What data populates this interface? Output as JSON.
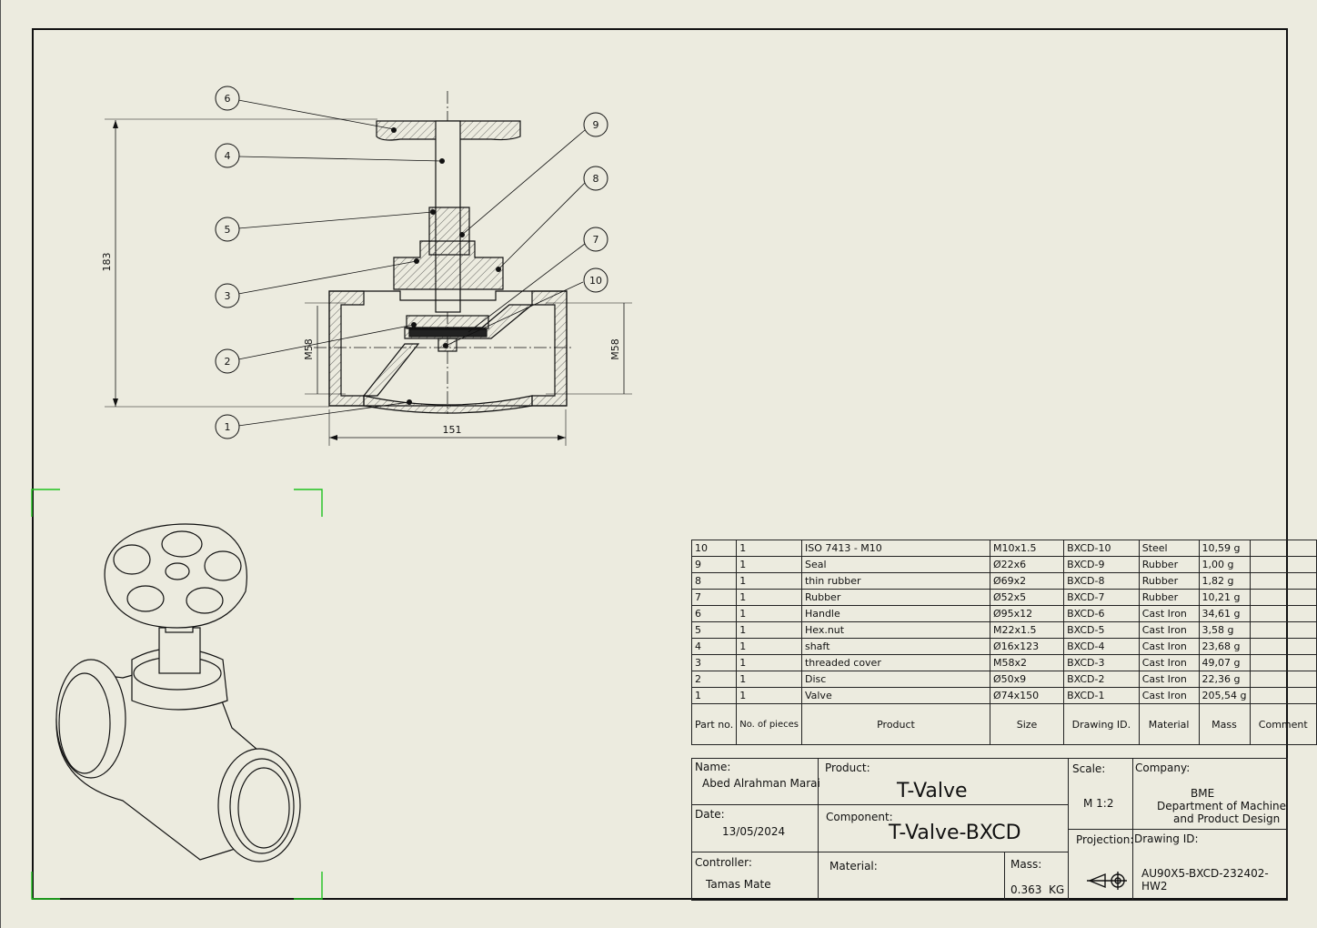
{
  "drawing": {
    "balloons": [
      "6",
      "4",
      "5",
      "3",
      "2",
      "1",
      "9",
      "8",
      "7",
      "10"
    ],
    "dims": {
      "height": "183",
      "width": "151",
      "thread_left": "M58",
      "thread_right": "M58"
    }
  },
  "bom": {
    "rows": [
      [
        "10",
        "1",
        "ISO 7413 - M10",
        "M10x1.5",
        "BXCD-10",
        "Steel",
        "10,59 g",
        ""
      ],
      [
        "9",
        "1",
        "Seal",
        "Ø22x6",
        "BXCD-9",
        "Rubber",
        "1,00 g",
        ""
      ],
      [
        "8",
        "1",
        "thin rubber",
        "Ø69x2",
        "BXCD-8",
        "Rubber",
        "1,82 g",
        ""
      ],
      [
        "7",
        "1",
        "Rubber",
        "Ø52x5",
        "BXCD-7",
        "Rubber",
        "10,21 g",
        ""
      ],
      [
        "6",
        "1",
        "Handle",
        "Ø95x12",
        "BXCD-6",
        "Cast Iron",
        "34,61 g",
        ""
      ],
      [
        "5",
        "1",
        "Hex.nut",
        "M22x1.5",
        "BXCD-5",
        "Cast Iron",
        "3,58 g",
        ""
      ],
      [
        "4",
        "1",
        "shaft",
        "Ø16x123",
        "BXCD-4",
        "Cast Iron",
        "23,68 g",
        ""
      ],
      [
        "3",
        "1",
        "threaded cover",
        "M58x2",
        "BXCD-3",
        "Cast Iron",
        "49,07 g",
        ""
      ],
      [
        "2",
        "1",
        "Disc",
        "Ø50x9",
        "BXCD-2",
        "Cast Iron",
        "22,36 g",
        ""
      ],
      [
        "1",
        "1",
        "Valve",
        "Ø74x150",
        "BXCD-1",
        "Cast Iron",
        "205,54 g",
        ""
      ]
    ],
    "header": {
      "part_no": "Part no.",
      "pieces": "No. of pieces",
      "product": "Product",
      "size": "Size",
      "drawing_id": "Drawing ID.",
      "material": "Material",
      "mass": "Mass",
      "comment": "Comment"
    }
  },
  "title_block": {
    "name_label": "Name:",
    "name_value": "Abed Alrahman Marai",
    "product_label": "Product:",
    "product_value": "T-Valve",
    "scale_label": "Scale:",
    "scale_value": "M 1:2",
    "company_label": "Company:",
    "company_line1": "BME",
    "company_line2": "Department of Machine",
    "company_line3": "and Product Design",
    "date_label": "Date:",
    "date_value": "13/05/2024",
    "component_label": "Component:",
    "component_value": "T-Valve-BXCD",
    "projection_label": "Projection:",
    "drawing_id_label": "Drawing ID:",
    "drawing_id_value": "AU90X5-BXCD-232402-HW2",
    "controller_label": "Controller:",
    "controller_value": "Tamas Mate",
    "material_label": "Material:",
    "mass_label": "Mass:",
    "mass_value": "0.363",
    "mass_unit": "KG"
  }
}
